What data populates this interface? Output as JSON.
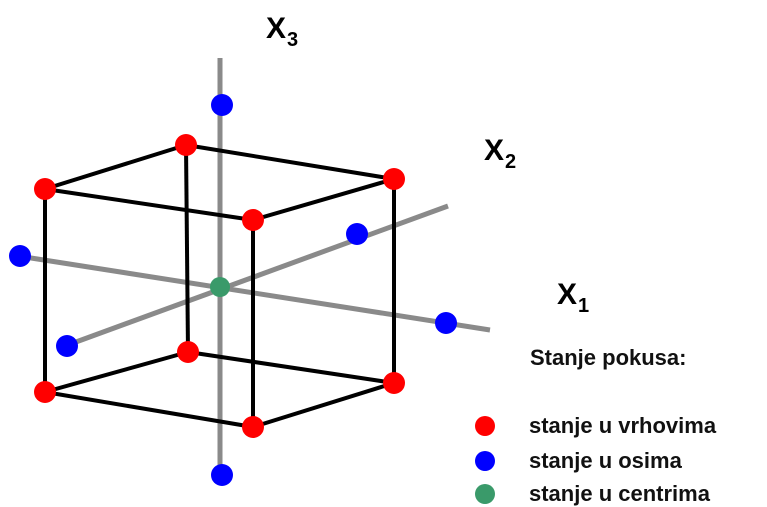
{
  "axes": {
    "x1": {
      "letter": "X",
      "index": "1"
    },
    "x2": {
      "letter": "X",
      "index": "2"
    },
    "x3": {
      "letter": "X",
      "index": "3"
    }
  },
  "legend": {
    "title": "Stanje pokusa:",
    "items": [
      {
        "label": "stanje u vrhovima",
        "color": "#ff0000"
      },
      {
        "label": "stanje u osima",
        "color": "#0000ff"
      },
      {
        "label": "stanje u centrima",
        "color": "#3a9a6a"
      }
    ]
  },
  "colors": {
    "cube_edge": "#000000",
    "axis_line": "#8a8a8a",
    "vertex_point": "#ff0000",
    "axis_point": "#0000ff",
    "center_point": "#3a9a6a"
  }
}
